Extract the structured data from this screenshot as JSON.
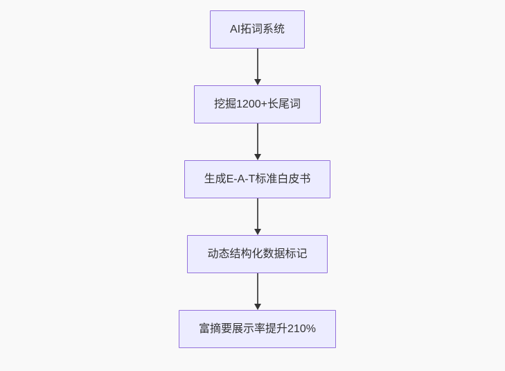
{
  "colors": {
    "background": "#f9f9f9",
    "node_fill": "#ECECFF",
    "node_border": "#9370DB",
    "edge_color": "#555555",
    "arrowhead_color": "#333333",
    "text_color": "#333333"
  },
  "flowchart": {
    "type": "flowchart-top-down",
    "nodes": [
      {
        "id": "A",
        "label": "AI拓词系统"
      },
      {
        "id": "B",
        "label": "挖掘1200+长尾词"
      },
      {
        "id": "C",
        "label": "生成E-A-T标准白皮书"
      },
      {
        "id": "D",
        "label": "动态结构化数据标记"
      },
      {
        "id": "E",
        "label": "富摘要展示率提升210%"
      }
    ],
    "edges": [
      {
        "from": "A",
        "to": "B",
        "arrow": "down"
      },
      {
        "from": "B",
        "to": "C",
        "arrow": "down"
      },
      {
        "from": "C",
        "to": "D",
        "arrow": "down"
      },
      {
        "from": "D",
        "to": "E",
        "arrow": "down"
      }
    ]
  }
}
